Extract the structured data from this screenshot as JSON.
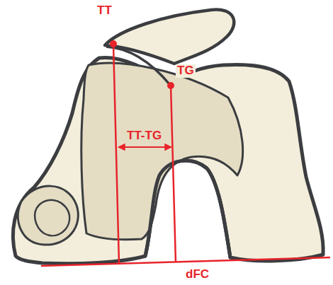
{
  "diagram": {
    "labels": [
      "TT",
      "TG",
      "TT-TG",
      "dFC"
    ]
  }
}
